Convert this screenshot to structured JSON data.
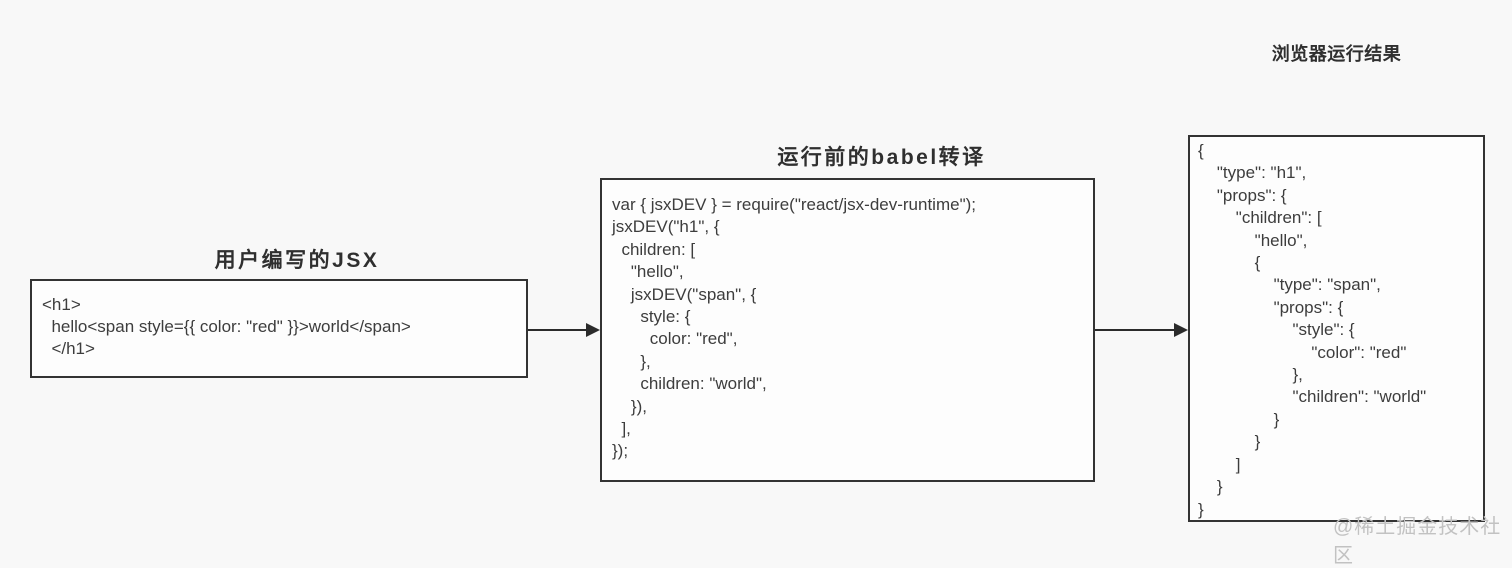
{
  "panels": {
    "jsx": {
      "title": "用户编写的JSX",
      "code": "<h1>\n  hello<span style={{ color: \"red\" }}>world</span>\n  </h1>"
    },
    "babel": {
      "title": "运行前的babel转译",
      "code": "var { jsxDEV } = require(\"react/jsx-dev-runtime\");\njsxDEV(\"h1\", {\n  children: [\n    \"hello\",\n    jsxDEV(\"span\", {\n      style: {\n        color: \"red\",\n      },\n      children: \"world\",\n    }),\n  ],\n});"
    },
    "result": {
      "title": "浏览器运行结果",
      "code": "{\n    \"type\": \"h1\",\n    \"props\": {\n        \"children\": [\n            \"hello\",\n            {\n                \"type\": \"span\",\n                \"props\": {\n                    \"style\": {\n                        \"color\": \"red\"\n                    },\n                    \"children\": \"world\"\n                }\n            }\n        ]\n    }\n}"
    }
  },
  "watermark": "@稀土掘金技术社区",
  "colors": {
    "background": "#f8f8f8",
    "box_border": "#333333",
    "code_text": "#3d3d3d",
    "arrow": "#2b2b2b",
    "watermark": "#c2c2c2"
  }
}
